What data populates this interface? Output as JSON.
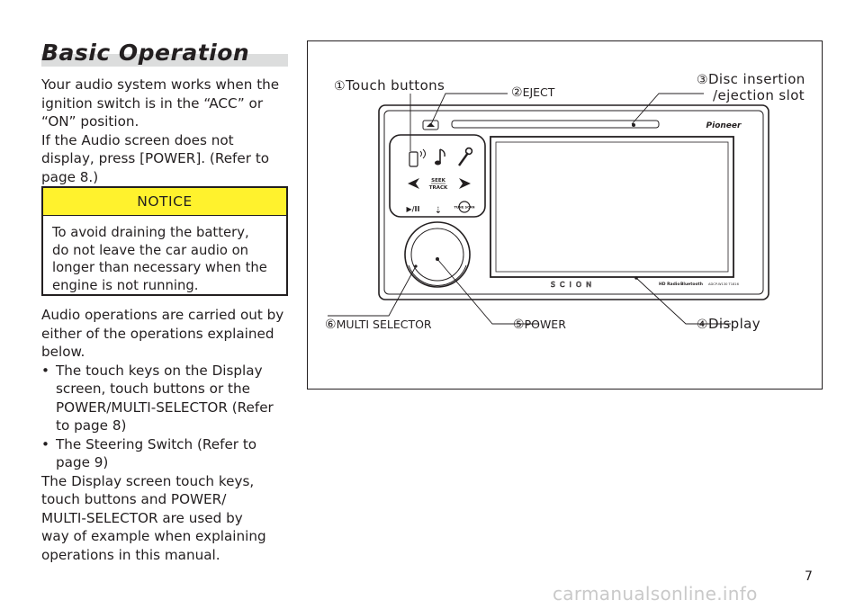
{
  "page": {
    "title": "Basic Operation",
    "page_number": "7",
    "watermark": "carmanualsonline.info"
  },
  "intro": {
    "lines": [
      "Your audio system works when the",
      "ignition switch is in the “ACC” or",
      "“ON” position.",
      "If the Audio screen does not",
      "display, press [POWER]. (Refer to",
      "page 8.)"
    ]
  },
  "notice": {
    "heading": "NOTICE",
    "lines": [
      "To avoid draining the battery,",
      "do not leave the car audio on",
      "longer than necessary when the",
      "engine is not running."
    ]
  },
  "body": {
    "lines1": [
      "Audio operations are carried out by",
      "either of the operations explained",
      "below."
    ],
    "bullet1": [
      "The touch keys on the Display",
      "screen, touch buttons or the",
      "POWER/MULTI-SELECTOR (Refer",
      "to page 8)"
    ],
    "bullet2": [
      "The Steering Switch (Refer to",
      "page 9)"
    ],
    "lines2": [
      "The Display screen touch keys,",
      "touch buttons and POWER/",
      "MULTI-SELECTOR are used by",
      "way of example when explaining",
      "operations in this manual."
    ],
    "bullet_char": "•"
  },
  "figure": {
    "callouts": {
      "c1_num": "①",
      "c1_label": "Touch buttons",
      "c2_num": "②",
      "c2_label": "EJECT",
      "c3_num": "③",
      "c3_label_1": "Disc insertion",
      "c3_label_2": "/ejection slot",
      "c4_num": "④",
      "c4_label": "Display",
      "c5_num": "⑤",
      "c5_label": "POWER",
      "c6_num": "⑥",
      "c6_label": "MULTI SELECTOR"
    },
    "device": {
      "brand": "Pioneer",
      "logo": "SCION",
      "hd_radio": "HD Radio",
      "bluetooth": "Bluetooth",
      "model": "ADCP-W130 T1816",
      "seek_top": "SEEK",
      "seek_bottom": "TRACK",
      "tune_scan": "TUNE SCAN",
      "play_pause": "▶/II",
      "mute_icon": "⇣"
    }
  }
}
